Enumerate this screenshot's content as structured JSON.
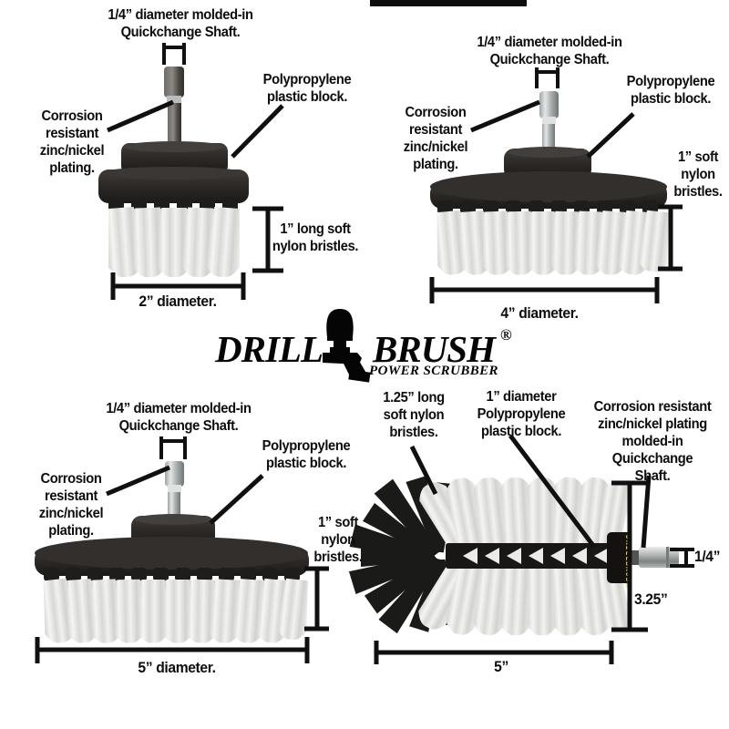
{
  "logo": {
    "word1": "DRILL",
    "word2": "BRUSH",
    "registered": "®",
    "tagline": "POWER SCRUBBER"
  },
  "colors": {
    "background": "#ffffff",
    "text": "#0d0d0d",
    "plastic_block": "#2b2826",
    "bristles_white": "#ececea",
    "bristles_black": "#1a1a18",
    "metal_shaft": "#c3c7c6",
    "block_print_yellow": "#d8c63a"
  },
  "brushes": {
    "brush_2in": {
      "shaft_label": "1/4” diameter molded-in\nQuickchange Shaft.",
      "plating_label": "Corrosion\nresistant\nzinc/nickel\nplating.",
      "block_label": "Polypropylene\nplastic block.",
      "bristle_label": "1” long soft\nnylon bristles.",
      "diameter_label": "2” diameter."
    },
    "brush_4in": {
      "shaft_label": "1/4” diameter molded-in\nQuickchange Shaft.",
      "plating_label": "Corrosion\nresistant\nzinc/nickel\nplating.",
      "block_label": "Polypropylene\nplastic block.",
      "bristle_label": "1” soft\nnylon\nbristles.",
      "diameter_label": "4” diameter."
    },
    "brush_5in": {
      "shaft_label": "1/4” diameter molded-in\nQuickchange Shaft.",
      "plating_label": "Corrosion\nresistant\nzinc/nickel\nplating.",
      "block_label": "Polypropylene\nplastic block.",
      "bristle_label": "1” soft\nnylon\nbristles.",
      "diameter_label": "5” diameter."
    },
    "brush_corner": {
      "bristle_label": "1.25” long\nsoft nylon\nbristles.",
      "block_label": "1” diameter\nPolypropylene\nplastic block.",
      "shaft_label": "Corrosion resistant\nzinc/nickel plating\nmolded-in\nQuickchange\nShaft.",
      "shaft_diameter_label": "1/4”",
      "height_label": "3.25”",
      "length_label": "5”",
      "block_print": "DRILLBRUSH"
    }
  }
}
